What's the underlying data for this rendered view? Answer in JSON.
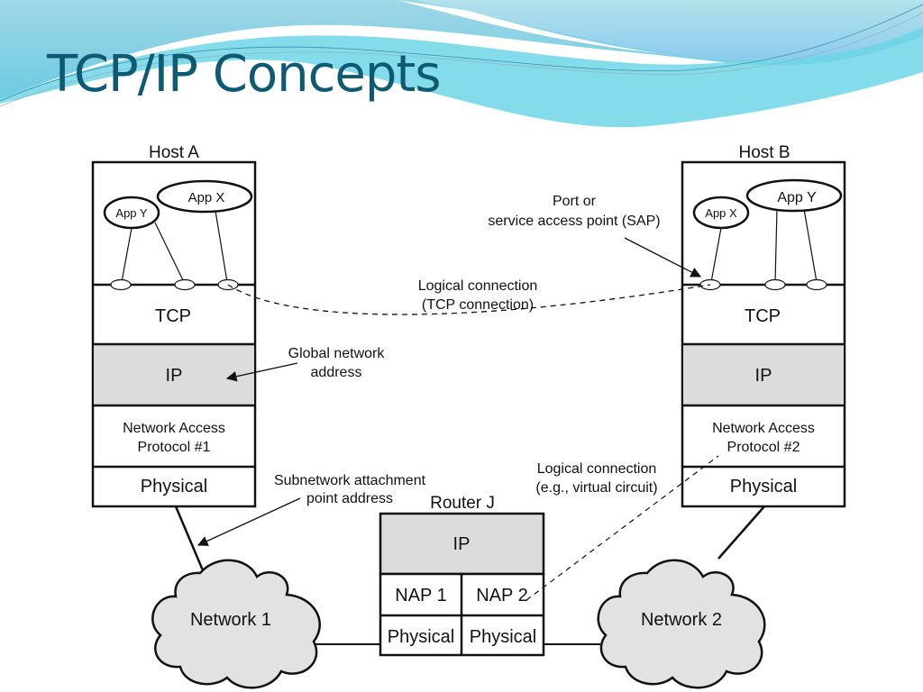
{
  "slide": {
    "title": "TCP/IP Concepts",
    "colors": {
      "title": "#0e5a72",
      "wave_light": "#a9dde8",
      "wave_mid": "#6fd3e6",
      "wave_dark": "#4fb9df",
      "layer_gray": "#dcdcdc",
      "cloud_fill": "#e2e2e2",
      "stroke": "#111111"
    }
  },
  "diagram": {
    "host_a": {
      "title": "Host A",
      "apps": [
        {
          "label": "App Y"
        },
        {
          "label": "App X"
        }
      ],
      "layers": {
        "tcp": "TCP",
        "ip": "IP",
        "nap_line1": "Network Access",
        "nap_line2": "Protocol #1",
        "physical": "Physical"
      }
    },
    "host_b": {
      "title": "Host B",
      "apps": [
        {
          "label": "App X"
        },
        {
          "label": "App Y"
        }
      ],
      "layers": {
        "tcp": "TCP",
        "ip": "IP",
        "nap_line1": "Network Access",
        "nap_line2": "Protocol #2",
        "physical": "Physical"
      }
    },
    "router": {
      "title": "Router J",
      "ip": "IP",
      "nap1": "NAP 1",
      "nap2": "NAP 2",
      "physical1": "Physical",
      "physical2": "Physical"
    },
    "networks": {
      "network1": "Network 1",
      "network2": "Network 2"
    },
    "annotations": {
      "sap_line1": "Port or",
      "sap_line2": "service access point (SAP)",
      "tcp_conn_line1": "Logical connection",
      "tcp_conn_line2": "(TCP connection)",
      "global_addr_line1": "Global network",
      "global_addr_line2": "address",
      "subnet_addr_line1": "Subnetwork attachment",
      "subnet_addr_line2": "point address",
      "vc_line1": "Logical connection",
      "vc_line2": "(e.g., virtual circuit)"
    }
  }
}
